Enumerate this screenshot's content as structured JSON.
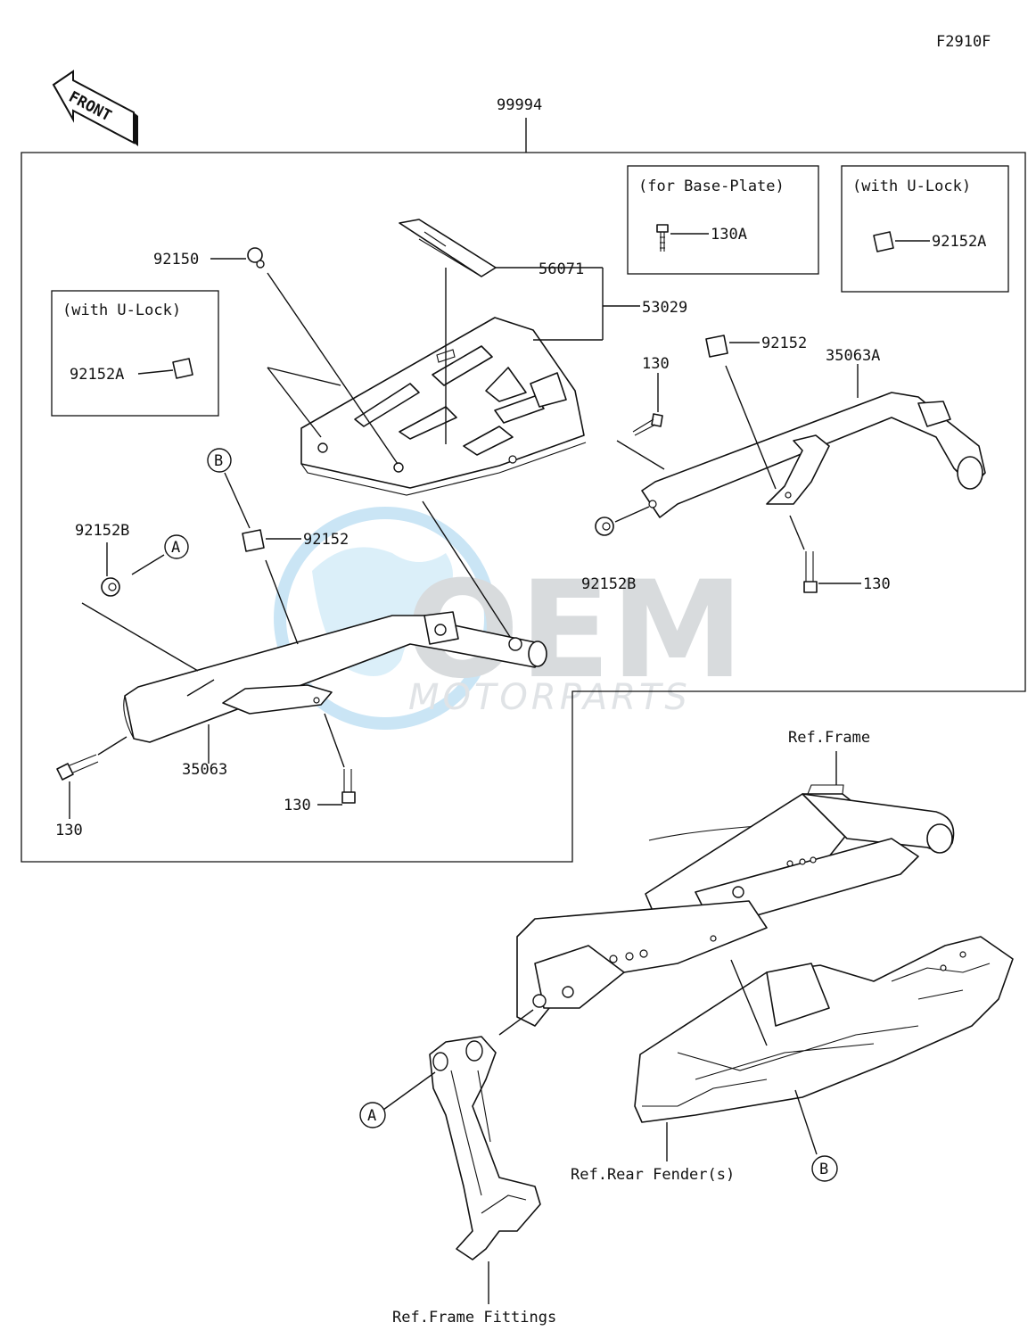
{
  "figure_code": "F2910F",
  "front_label": "FRONT",
  "watermark": {
    "logo": "OEM",
    "text": "MOTORPARTS"
  },
  "boxes": {
    "base_plate": "(for Base-Plate)",
    "u_lock_right": "(with U-Lock)",
    "u_lock_left": "(with U-Lock)"
  },
  "parts": {
    "p99994": "99994",
    "p92150": "92150",
    "p56071": "56071",
    "p53029": "53029",
    "p130A": "130A",
    "p92152A_right": "92152A",
    "p92152A_left": "92152A",
    "p92152_right": "92152",
    "p35063A": "35063A",
    "p130_top": "130",
    "p92152B_mid": "92152B",
    "p130_right": "130",
    "p92152_left": "92152",
    "p92152B_left": "92152B",
    "p35063": "35063",
    "p130_bottom": "130",
    "p130_left": "130"
  },
  "callouts": {
    "A": "A",
    "B": "B"
  },
  "references": {
    "frame": "Ref.Frame",
    "rear_fender": "Ref.Rear Fender(s)",
    "frame_fittings": "Ref.Frame Fittings"
  }
}
